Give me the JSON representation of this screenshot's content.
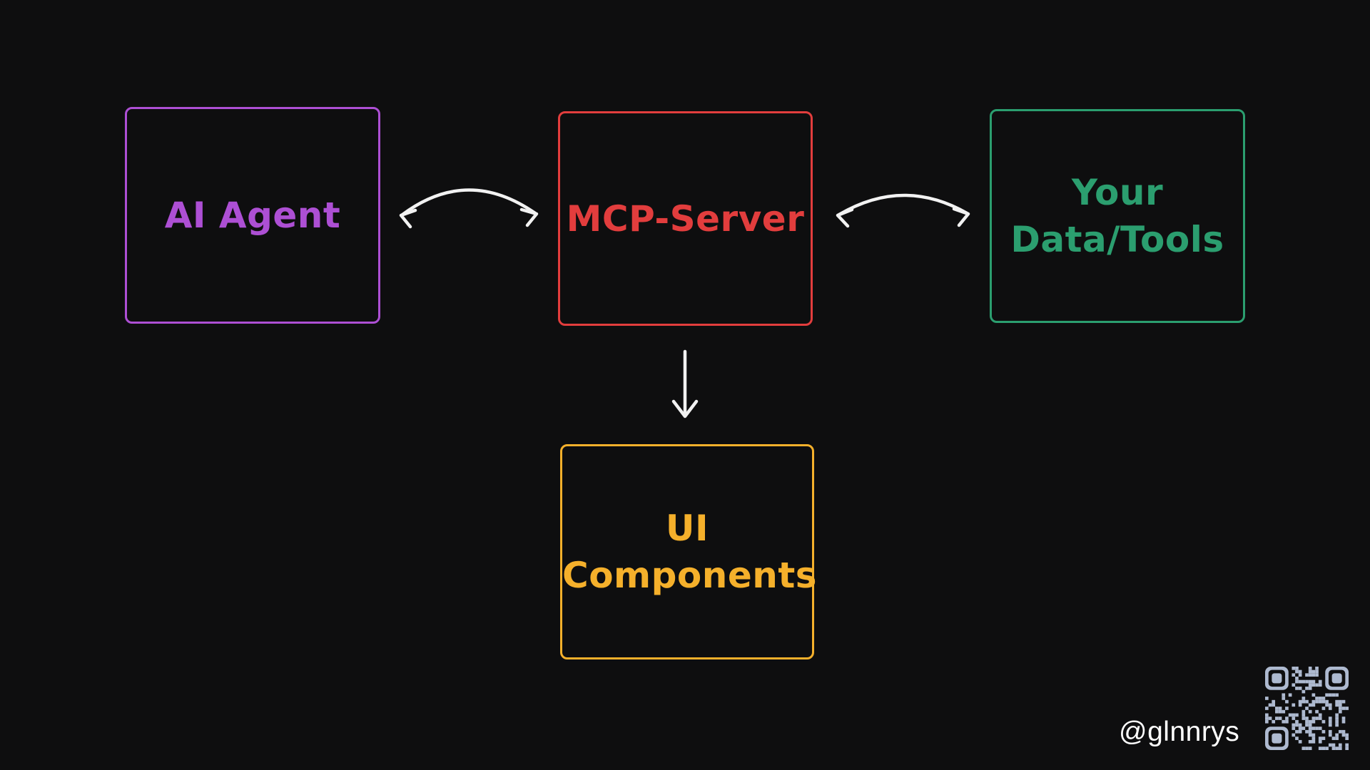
{
  "canvas": {
    "background": "#0e0e0f",
    "arrow_color": "#f2f2f2"
  },
  "nodes": [
    {
      "id": "ai-agent",
      "lines": [
        "AI Agent"
      ],
      "color": "#ad4fd4"
    },
    {
      "id": "mcp-server",
      "lines": [
        "MCP-Server"
      ],
      "color": "#e23d3d"
    },
    {
      "id": "your-data-tools",
      "lines": [
        "Your",
        "Data/Tools"
      ],
      "color": "#2b9e6f"
    },
    {
      "id": "ui-components",
      "lines": [
        "UI",
        "Components"
      ],
      "color": "#f5b02b"
    }
  ],
  "connections": [
    {
      "from": "ai-agent",
      "to": "mcp-server",
      "style": "double-headed-arc"
    },
    {
      "from": "mcp-server",
      "to": "your-data-tools",
      "style": "double-headed-arc"
    },
    {
      "from": "mcp-server",
      "to": "ui-components",
      "style": "single-headed-straight"
    }
  ],
  "watermark": {
    "handle": "@glnnrys",
    "color": "#ffffff"
  },
  "qr_code": {
    "color": "#aebad0"
  }
}
